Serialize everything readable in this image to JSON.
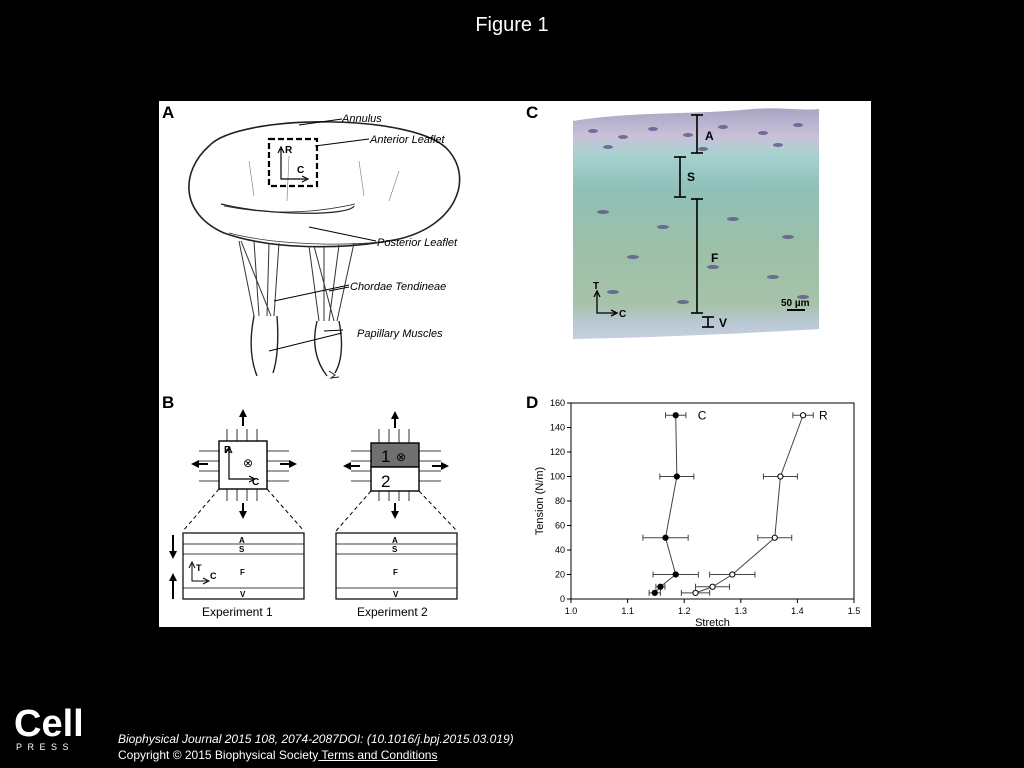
{
  "slide": {
    "title": "Figure 1"
  },
  "panels": {
    "a": {
      "label": "A",
      "annotations": [
        "Annulus",
        "Anterior Leaflet",
        "Posterior Leaflet",
        "Chordae Tendineae",
        "Papillary Muscles"
      ],
      "axis_r": "R",
      "axis_c": "C"
    },
    "b": {
      "label": "B",
      "exp1_caption": "Experiment 1",
      "exp2_caption": "Experiment 2",
      "layers": [
        "A",
        "S",
        "F",
        "V"
      ],
      "region1": "1",
      "region2": "2",
      "axis_r": "R",
      "axis_c": "C",
      "axis_t": "T",
      "cross_symbol": "⊗"
    },
    "c": {
      "label": "C",
      "layers": [
        "A",
        "S",
        "F",
        "V"
      ],
      "axis_t": "T",
      "axis_c": "C",
      "scale_bar": "50 µm"
    },
    "d": {
      "label": "D"
    }
  },
  "chart_data": {
    "type": "scatter",
    "xlabel": "Stretch",
    "ylabel": "Tension (N/m)",
    "xlim": [
      1.0,
      1.5
    ],
    "ylim": [
      0,
      160
    ],
    "xticks": [
      "1.0",
      "1.1",
      "1.2",
      "1.3",
      "1.4",
      "1.5"
    ],
    "yticks": [
      "0",
      "20",
      "40",
      "60",
      "80",
      "100",
      "120",
      "140",
      "160"
    ],
    "grid": false,
    "series": [
      {
        "name": "C",
        "marker": "filled",
        "x": [
          1.148,
          1.158,
          1.185,
          1.167,
          1.187,
          1.185
        ],
        "y": [
          5,
          10,
          20,
          50,
          100,
          150
        ],
        "xerr": [
          0.01,
          0.008,
          0.04,
          0.04,
          0.03,
          0.018
        ]
      },
      {
        "name": "R",
        "marker": "open",
        "x": [
          1.22,
          1.25,
          1.285,
          1.36,
          1.37,
          1.41
        ],
        "y": [
          5,
          10,
          20,
          50,
          100,
          150
        ],
        "xerr": [
          0.025,
          0.03,
          0.04,
          0.03,
          0.03,
          0.018
        ]
      }
    ]
  },
  "footer": {
    "citation": "Biophysical Journal 2015 108, 2074-2087DOI: (10.1016/j.bpj.2015.03.019)",
    "copyright": "Copyright © 2015 Biophysical Society",
    "terms_link": " Terms and Conditions"
  },
  "logo": {
    "name": "Cell",
    "subtitle": "PRESS"
  }
}
